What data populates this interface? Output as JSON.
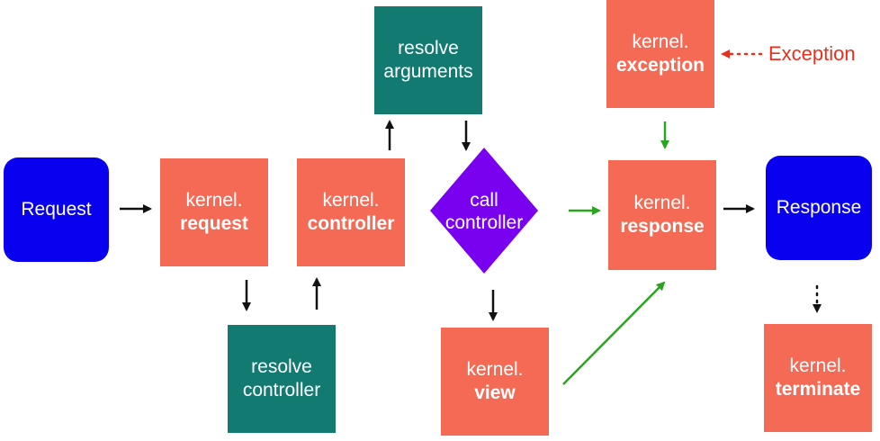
{
  "nodes": {
    "request": "Request",
    "response": "Response",
    "kernel_request": {
      "prefix": "kernel.",
      "name": "request"
    },
    "kernel_controller": {
      "prefix": "kernel.",
      "name": "controller"
    },
    "kernel_exception": {
      "prefix": "kernel.",
      "name": "exception"
    },
    "kernel_response": {
      "prefix": "kernel.",
      "name": "response"
    },
    "kernel_view": {
      "prefix": "kernel.",
      "name": "view"
    },
    "kernel_terminate": {
      "prefix": "kernel.",
      "name": "terminate"
    },
    "resolve_arguments": {
      "line1": "resolve",
      "line2": "arguments"
    },
    "resolve_controller": {
      "line1": "resolve",
      "line2": "controller"
    },
    "call_controller": {
      "line1": "call",
      "line2": "controller"
    }
  },
  "exception_label": "Exception",
  "colors": {
    "request_response": "#0a00f0",
    "kernel_event": "#f56a55",
    "resolver": "#137a71",
    "call_controller": "#7a00f0",
    "main_arrow": "#111111",
    "success_arrow": "#2aa51f",
    "exception_arrow": "#e8301d"
  }
}
